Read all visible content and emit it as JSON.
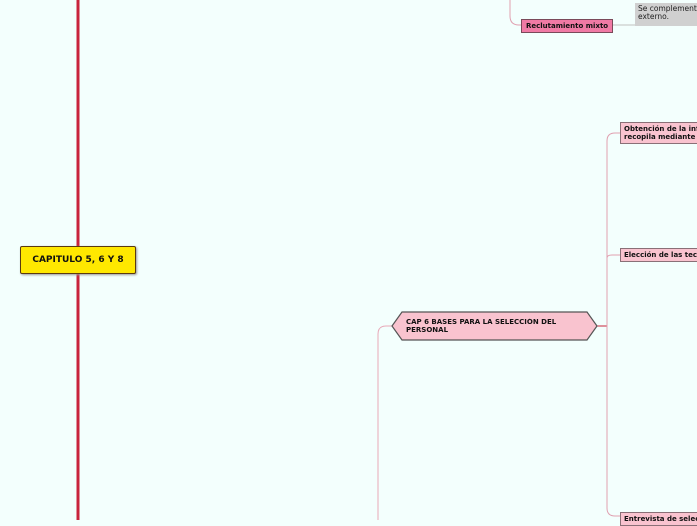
{
  "central": {
    "label": "CAPITULO 5, 6 Y 8"
  },
  "reclutamiento": {
    "label": "Reclutamiento mixto",
    "note": "Se complement externo."
  },
  "cap6": {
    "label": "CAP 6 BASES PARA LA SELECCIÓN DEL PERSONAL"
  },
  "children": [
    {
      "label": "Obtención de la inf recopila mediante"
    },
    {
      "label": "Elección de las tec"
    },
    {
      "label": "Entrevista de selec"
    }
  ],
  "colors": {
    "main_line": "#c8243c",
    "central": "#ffe800",
    "pink": "#f9c3cf",
    "mixto": "#f07aa5"
  }
}
